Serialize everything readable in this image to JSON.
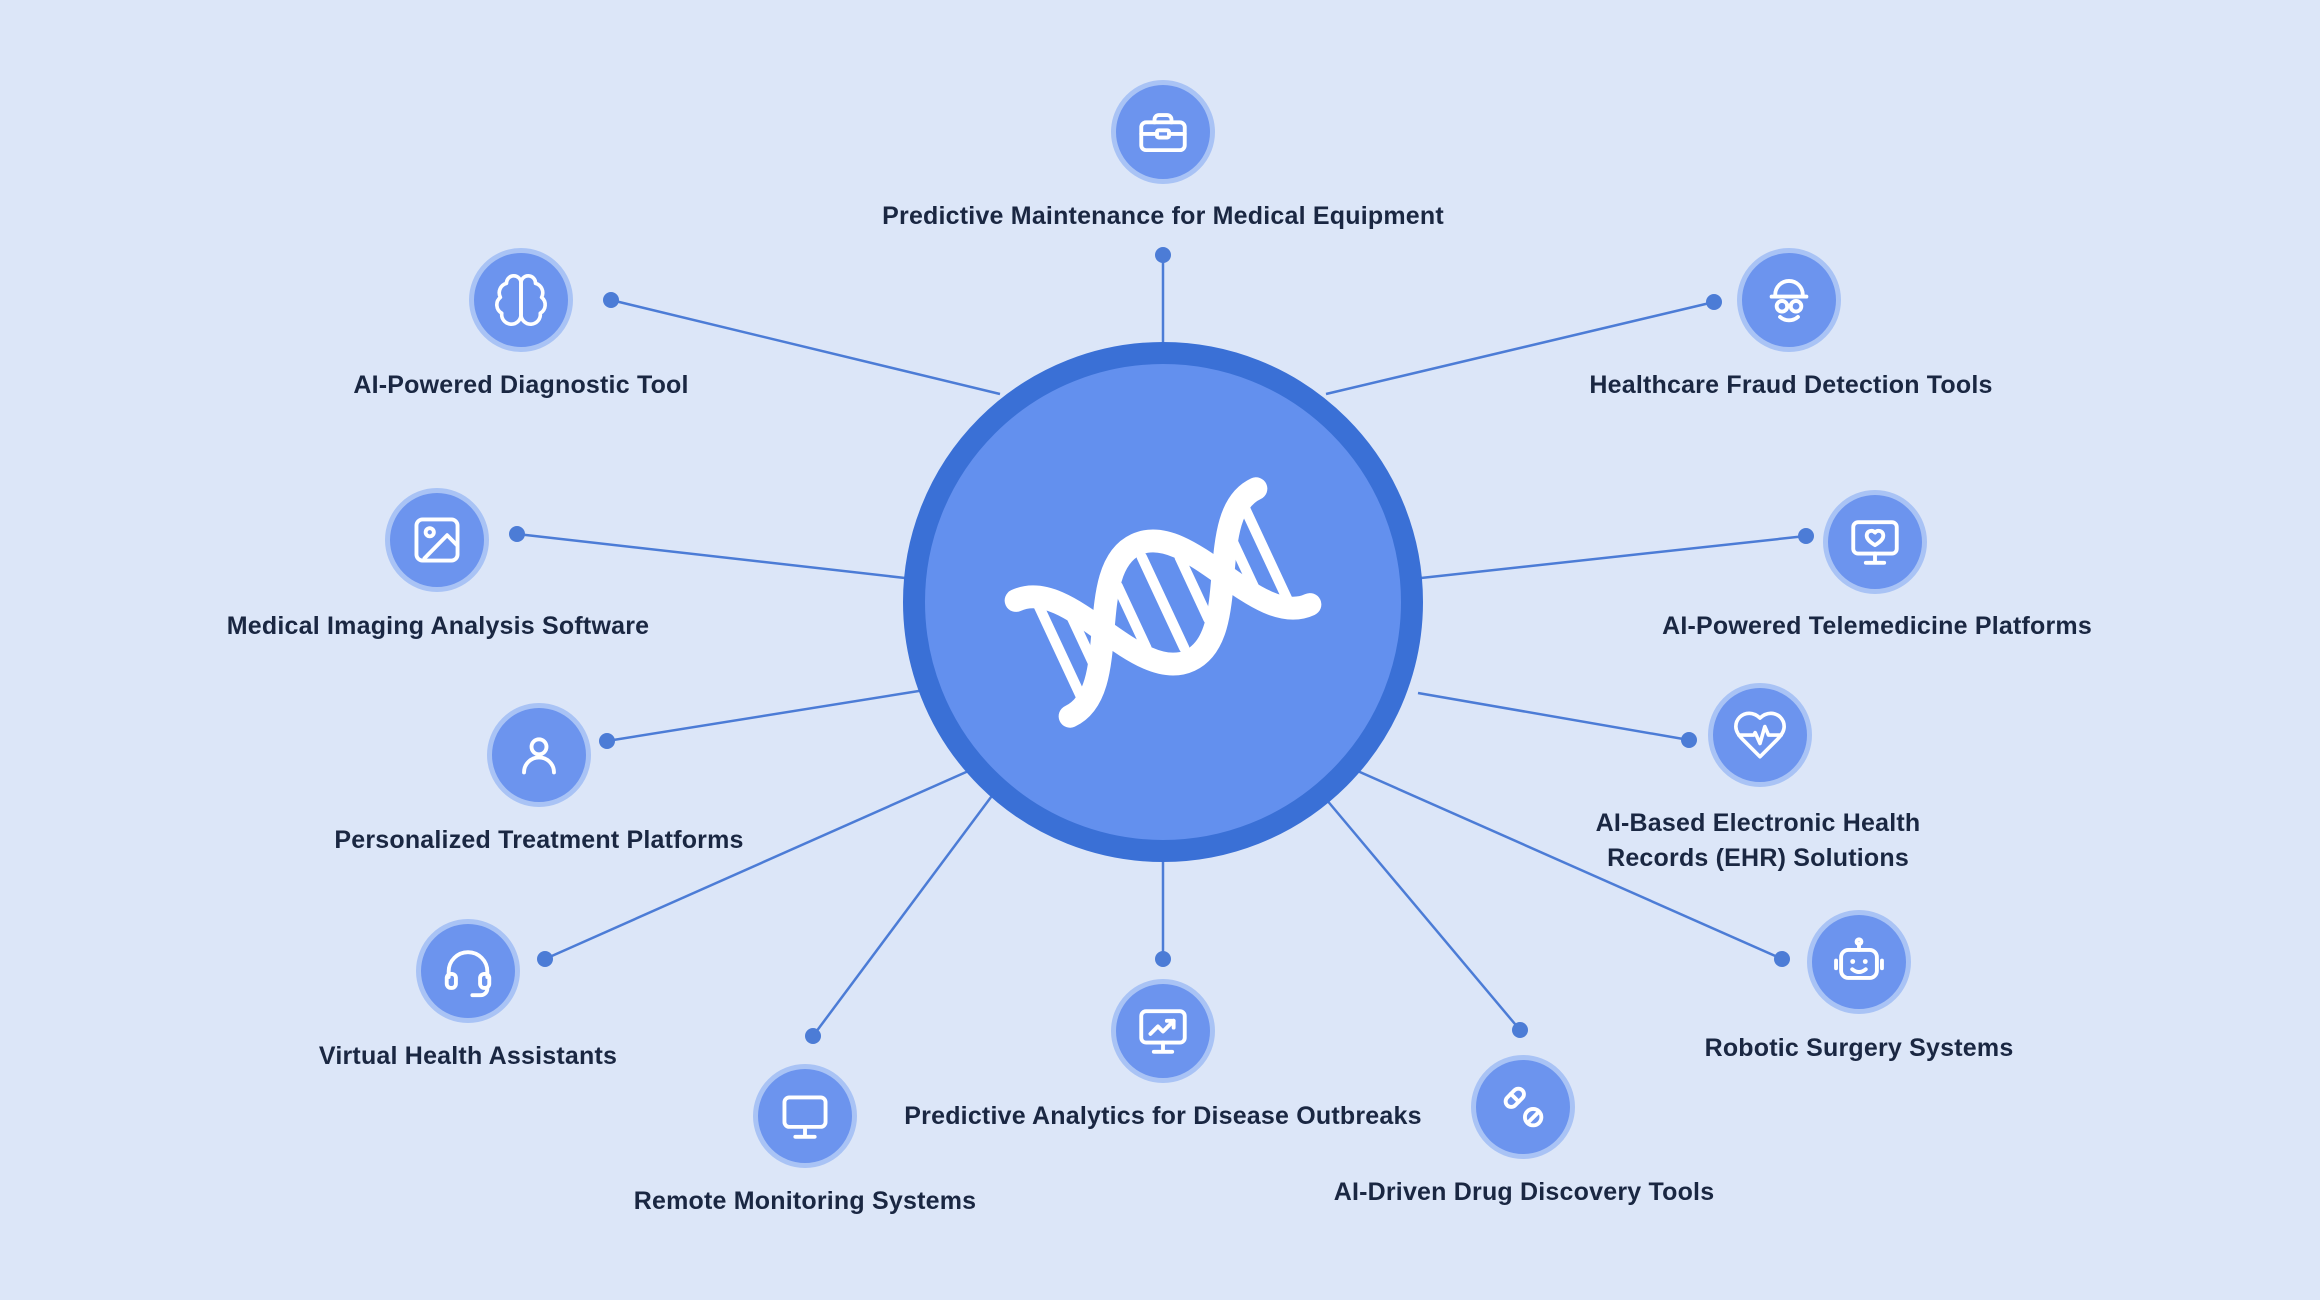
{
  "diagram": {
    "center": {
      "icon": "dna-icon"
    },
    "colors": {
      "background": "#dce6f8",
      "connector": "#4c7cd6",
      "node_fill": "#6c94ee",
      "node_ring": "#a9c3f5",
      "center_fill": "#6390ee",
      "center_ring": "#3a70d6",
      "icon_stroke": "#ffffff",
      "label_text": "#1a2742"
    },
    "nodes": [
      {
        "label": "Predictive Maintenance for Medical Equipment",
        "icon": "toolbox-icon"
      },
      {
        "label": "AI-Powered Diagnostic Tool",
        "icon": "ai-brain-icon"
      },
      {
        "label": "Healthcare Fraud Detection Tools",
        "icon": "fraud-detection-icon"
      },
      {
        "label": "Medical Imaging Analysis Software",
        "icon": "medical-image-icon"
      },
      {
        "label": "AI-Powered Telemedicine Platforms",
        "icon": "telemedicine-monitor-icon"
      },
      {
        "label": "Personalized Treatment Platforms",
        "icon": "person-icon"
      },
      {
        "label": "AI-Based Electronic Health Records (EHR) Solutions",
        "icon": "heart-pulse-icon"
      },
      {
        "label": "Virtual Health Assistants",
        "icon": "headset-icon"
      },
      {
        "label": "Robotic Surgery Systems",
        "icon": "robot-icon"
      },
      {
        "label": "Remote Monitoring Systems",
        "icon": "monitor-icon"
      },
      {
        "label": "Predictive Analytics for Disease Outbreaks",
        "icon": "chart-monitor-icon"
      },
      {
        "label": "AI-Driven Drug Discovery Tools",
        "icon": "pills-icon"
      }
    ]
  }
}
